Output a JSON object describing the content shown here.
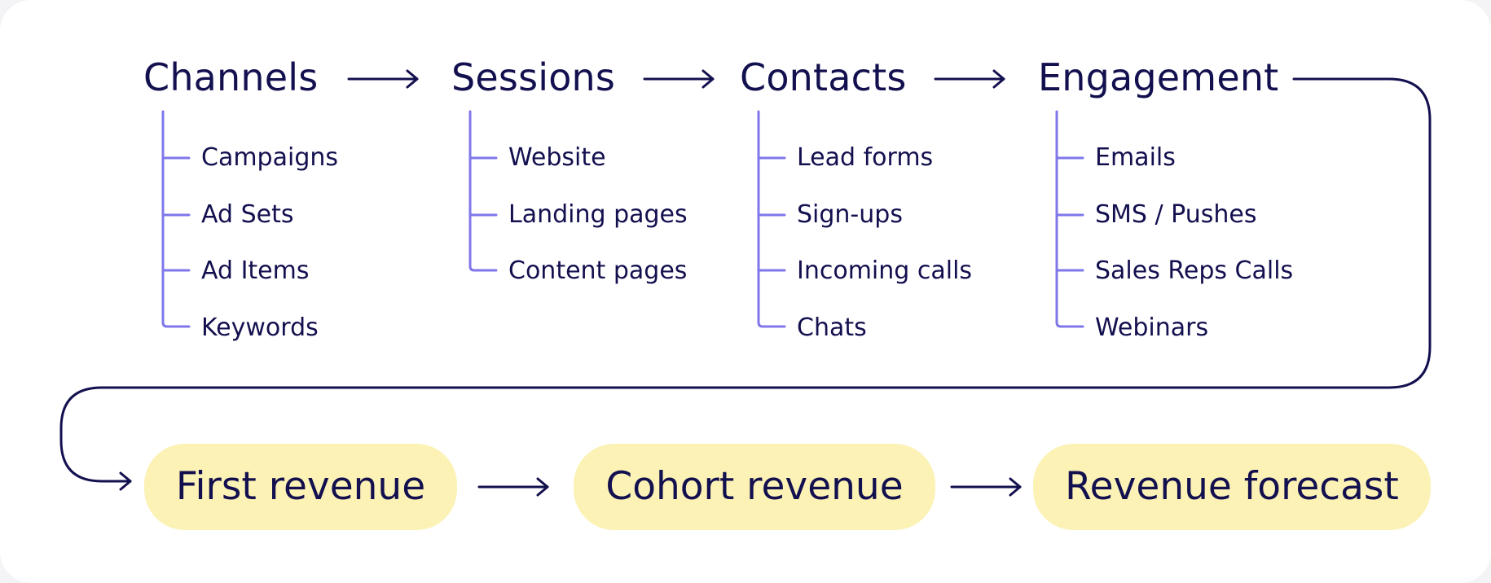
{
  "stages": [
    {
      "title": "Channels",
      "items": [
        "Campaigns",
        "Ad Sets",
        "Ad Items",
        "Keywords"
      ]
    },
    {
      "title": "Sessions",
      "items": [
        "Website",
        "Landing pages",
        "Content pages"
      ]
    },
    {
      "title": "Contacts",
      "items": [
        "Lead forms",
        "Sign-ups",
        "Incoming calls",
        "Chats"
      ]
    },
    {
      "title": "Engagement",
      "items": [
        "Emails",
        "SMS / Pushes",
        "Sales Reps Calls",
        "Webinars"
      ]
    }
  ],
  "revenue": [
    {
      "label": "First revenue"
    },
    {
      "label": "Cohort revenue"
    },
    {
      "label": "Revenue forecast"
    }
  ],
  "colors": {
    "text": "#13104f",
    "tree_line": "#7f77ea",
    "pill_fill": "#fcf2b5",
    "flow_line": "#13104f"
  }
}
